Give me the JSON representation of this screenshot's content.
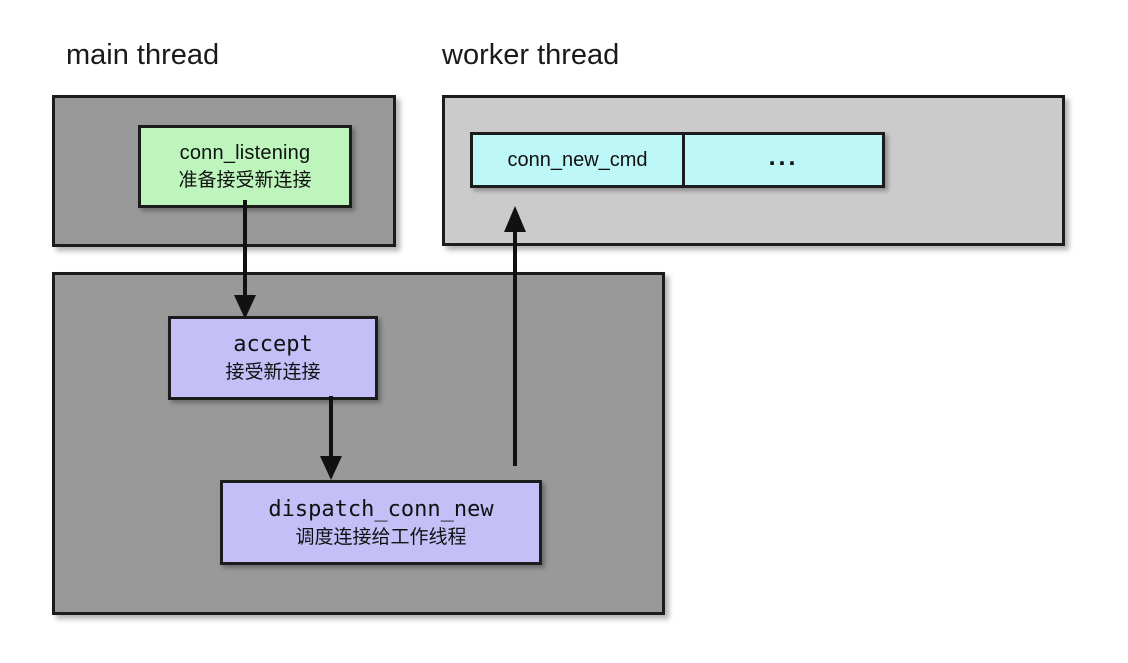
{
  "diagram": {
    "title_labels": {
      "main_thread": "main thread",
      "worker_thread": "worker thread"
    },
    "nodes": {
      "conn_listening": {
        "name_en": "conn_listening",
        "name_cn": "准备接受新连接",
        "color": "#bdf5bd"
      },
      "accept": {
        "name_en": "accept",
        "name_cn": "接受新连接",
        "color": "#c4bff7"
      },
      "dispatch_conn_new": {
        "name_en": "dispatch_conn_new",
        "name_cn": "调度连接给工作线程",
        "color": "#c4bff7"
      }
    },
    "worker_queue": {
      "cells": [
        {
          "label": "conn_new_cmd"
        },
        {
          "label": "..."
        }
      ],
      "color": "#bdf7f7"
    },
    "panels": {
      "main_top": {
        "color": "#999999"
      },
      "main_bottom": {
        "color": "#999999"
      },
      "worker": {
        "color": "#cbcbcb"
      }
    },
    "edges": [
      {
        "from": "conn_listening",
        "to": "accept",
        "direction": "down"
      },
      {
        "from": "accept",
        "to": "dispatch_conn_new",
        "direction": "down"
      },
      {
        "from": "dispatch_conn_new",
        "to": "conn_new_cmd",
        "direction": "up"
      }
    ],
    "colors": {
      "stroke": "#1c1c1c",
      "background": "#ffffff"
    }
  }
}
